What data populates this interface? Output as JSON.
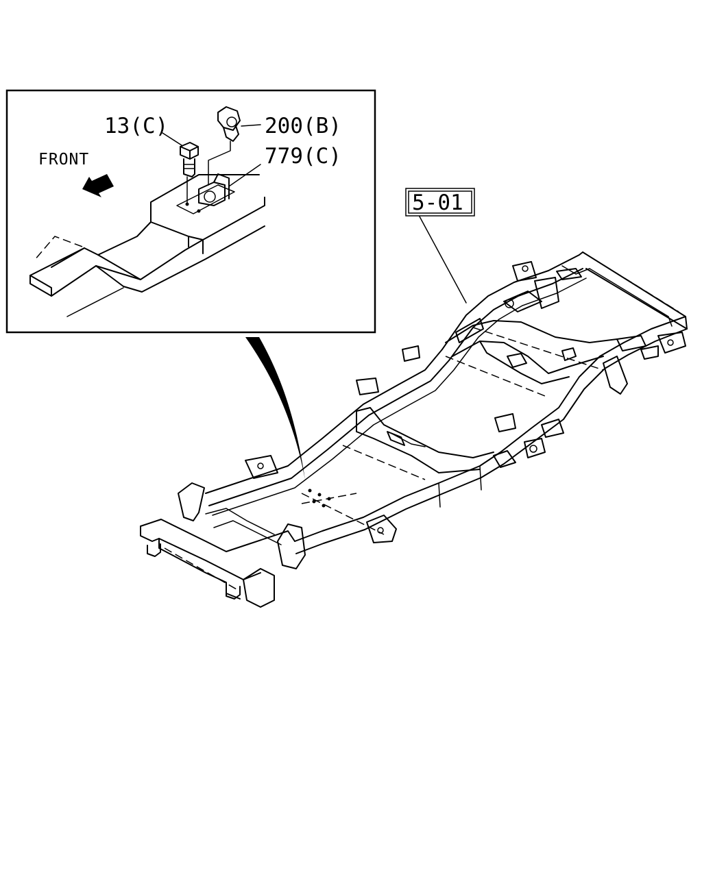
{
  "labels": {
    "bolt": "13(C)",
    "clip": "200(B)",
    "bracket": "779(C)",
    "front": "FRONT",
    "reference": "5-01"
  }
}
